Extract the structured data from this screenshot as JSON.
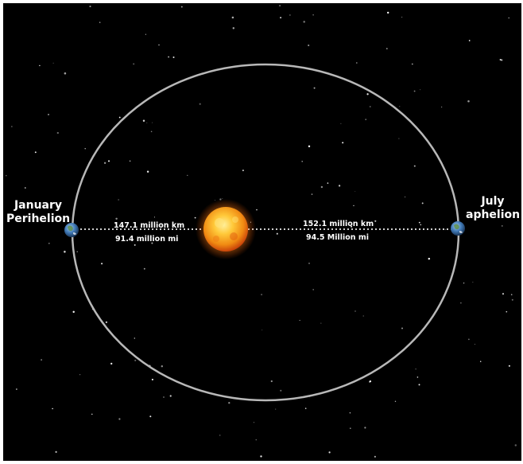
{
  "labels": {
    "left_title_line1": "January",
    "left_title_line2": "Perihelion",
    "right_title_line1": "July",
    "right_title_line2": "aphelion",
    "left_distance_km": "147.1 million km",
    "left_distance_mi": "91.4 million mi",
    "right_distance_km": "152.1 million km",
    "right_distance_mi": "94.5 Million mi"
  },
  "colors": {
    "background": "#000000",
    "orbit": "#b8b8b8",
    "dotted_line": "#cfcfcf",
    "sun_core": "#ffd24a",
    "sun_edge": "#e8620c",
    "text": "#ffffff"
  }
}
